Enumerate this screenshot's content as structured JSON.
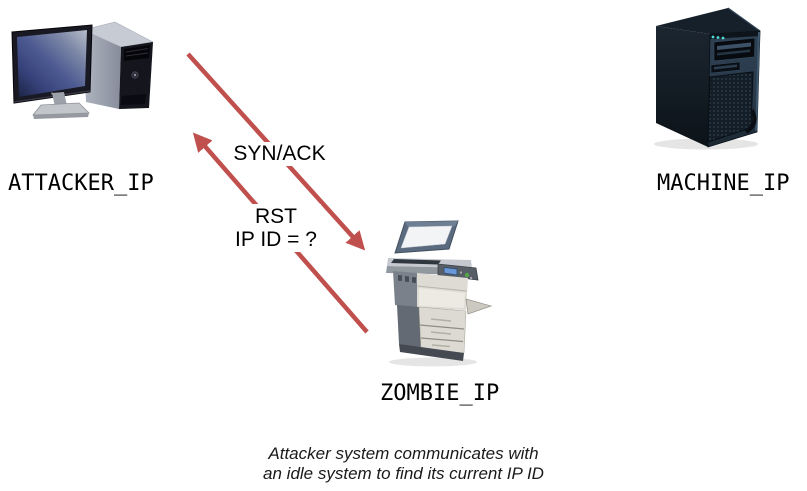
{
  "nodes": {
    "attacker": {
      "label": "ATTACKER_IP",
      "icon": "desktop-computer-icon"
    },
    "machine": {
      "label": "MACHINE_IP",
      "icon": "server-tower-icon"
    },
    "zombie": {
      "label": "ZOMBIE_IP",
      "icon": "multifunction-printer-icon"
    }
  },
  "messages": {
    "syn_ack": "SYN/ACK",
    "rst": "RST",
    "ip_id": "IP ID = ?"
  },
  "caption": {
    "line1": "Attacker system communicates with",
    "line2": "an idle system to find its current IP ID"
  },
  "colors": {
    "arrow": "#c0504d",
    "background": "#ffffff",
    "label_text": "#000000"
  }
}
